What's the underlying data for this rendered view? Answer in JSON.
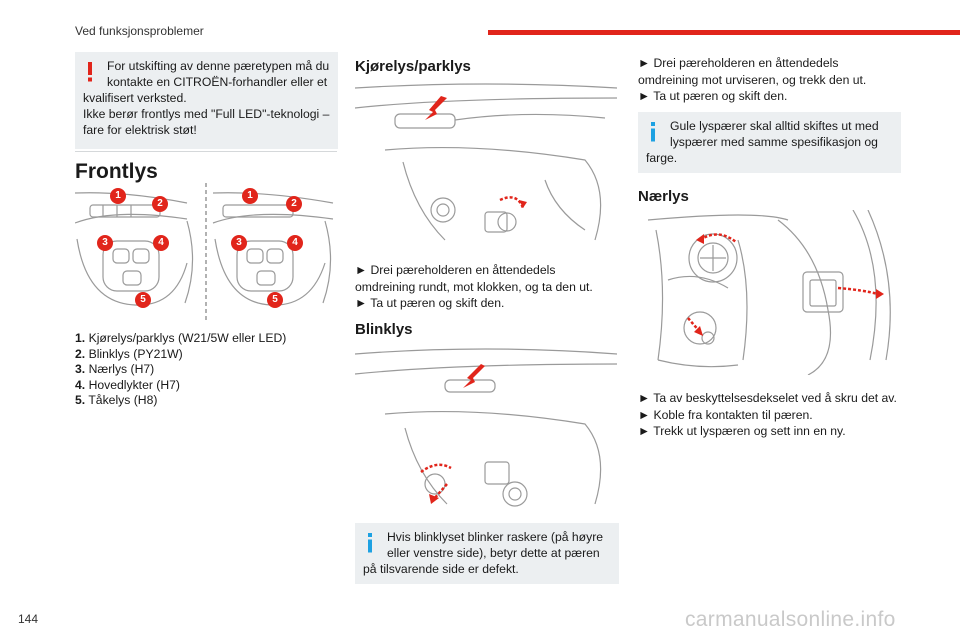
{
  "header": {
    "section_title": "Ved funksjonsproblemer",
    "page_number": "144",
    "accent_color": "#e1251b"
  },
  "warning_note": {
    "line1": "For utskifting av denne pæretypen må du",
    "line2": "kontakte en CITROËN-forhandler eller et",
    "line3": "kvalifisert verksted.",
    "line4": "Ikke berør frontlys med \"Full LED\"-teknologi –",
    "line5": "fare for elektrisk støt!"
  },
  "frontlys": {
    "title": "Frontlys",
    "callouts": [
      "1",
      "2",
      "3",
      "4",
      "5"
    ],
    "items": [
      {
        "num": "1.",
        "text": "Kjørelys/parklys (W21/5W eller LED)"
      },
      {
        "num": "2.",
        "text": "Blinklys (PY21W)"
      },
      {
        "num": "3.",
        "text": "Nærlys (H7)"
      },
      {
        "num": "4.",
        "text": "Hovedlykter (H7)"
      },
      {
        "num": "5.",
        "text": "Tåkelys (H8)"
      }
    ]
  },
  "kjorelys": {
    "title": "Kjørelys/parklys",
    "step1a": "► Drei pæreholderen en åttendedels",
    "step1b": "omdreining rundt, mot klokken, og ta den ut.",
    "step2": "► Ta ut pæren og skift den."
  },
  "blinklys": {
    "title": "Blinklys",
    "note1": "Hvis blinklyset blinker raskere (på høyre",
    "note2": "eller venstre side), betyr dette at pæren",
    "note3": "på tilsvarende side er defekt."
  },
  "right_column": {
    "step1a": "► Drei pæreholderen en åttendedels",
    "step1b": "omdreining mot urviseren, og trekk den ut.",
    "step2": "► Ta ut pæren og skift den.",
    "note1": "Gule lyspærer skal alltid skiftes ut med",
    "note2": "lyspærer med samme spesifikasjon og",
    "note3": "farge."
  },
  "naerlys": {
    "title": "Nærlys",
    "step1": "► Ta av beskyttelsesdekselet ved å skru det av.",
    "step2": "► Koble fra kontakten til pæren.",
    "step3": "► Trekk ut lyspæren og sett inn en ny."
  },
  "footer": {
    "watermark": "carmanualsonline.info"
  },
  "icons": {
    "warning": "exclamation-icon",
    "info": "info-icon"
  }
}
